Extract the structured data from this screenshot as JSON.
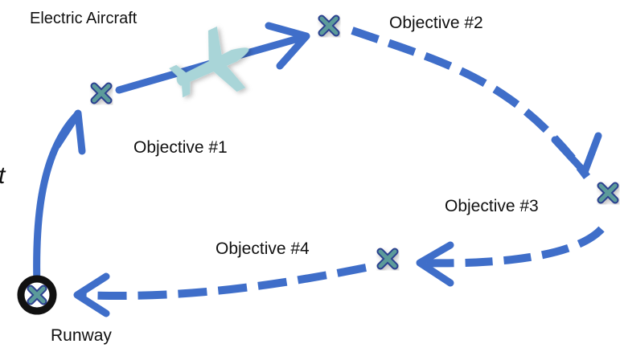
{
  "labels": {
    "electric_aircraft": "Electric Aircraft",
    "objective_1": "Objective #1",
    "objective_2": "Objective #2",
    "objective_3": "Objective #3",
    "objective_4": "Objective #4",
    "runway": "Runway",
    "cut_off_glyph": "t"
  },
  "colors": {
    "path": "#3f6ec9",
    "marker_fill": "#5b9b9a",
    "marker_stroke": "#2c3f8f",
    "aircraft": "#a9d5d8",
    "runway_ring": "#111111"
  },
  "icons": {
    "waypoint": "x-marker-icon",
    "aircraft": "airplane-icon",
    "runway": "runway-ring-icon"
  }
}
